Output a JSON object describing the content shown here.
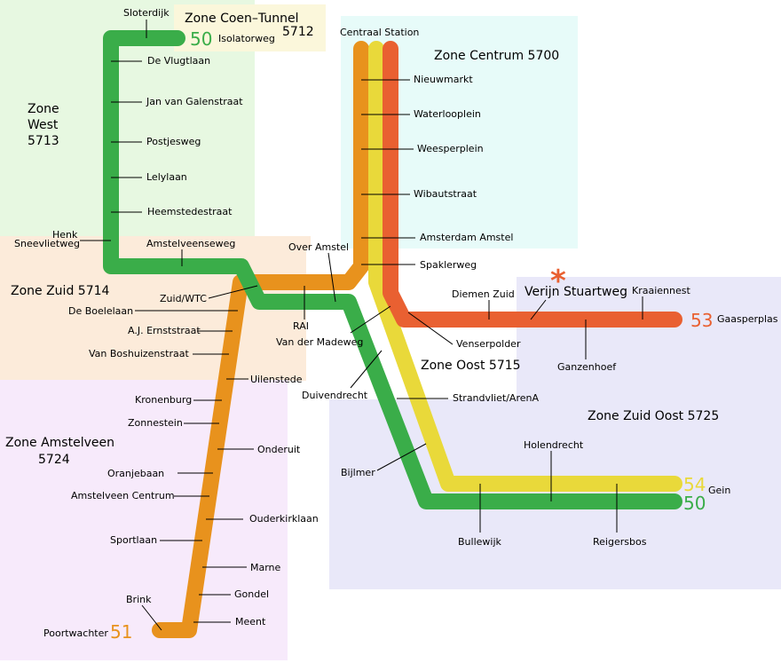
{
  "colors": {
    "line50": "#3aad49",
    "line51": "#e8921d",
    "line53": "#e96031",
    "line54": "#e9d93a",
    "asterisk": "#e96031"
  },
  "zones": {
    "coen": {
      "name": "Zone Coen–Tunnel",
      "code": "5712"
    },
    "centrum": {
      "name": "Zone Centrum 5700"
    },
    "west": {
      "l1": "Zone",
      "l2": "West",
      "l3": "5713"
    },
    "zuid": {
      "name": "Zone Zuid 5714"
    },
    "oost": {
      "name": "Zone Oost 5715"
    },
    "zuidoost": {
      "name": "Zone Zuid Oost 5725"
    },
    "amstelveen": {
      "l1": "Zone Amstelveen",
      "l2": "5724"
    }
  },
  "lines": {
    "l50": "50",
    "l51": "51",
    "l53": "53",
    "l54": "54"
  },
  "stops": {
    "sloterdijk": "Sloterdijk",
    "isolatorweg": "Isolatorweg",
    "de_vlugtlaan": "De Vlugtlaan",
    "jan_van_galenstraat": "Jan van Galenstraat",
    "postjesweg": "Postjesweg",
    "lelylaan": "Lelylaan",
    "heemstedestraat": "Heemstedestraat",
    "henk_1": "Henk",
    "henk_2": "Sneevlietweg",
    "amstelveenseweg": "Amstelveenseweg",
    "zuid_wtc": "Zuid/WTC",
    "rai": "RAI",
    "over_amstel": "Over Amstel",
    "centraal_station": "Centraal Station",
    "nieuwmarkt": "Nieuwmarkt",
    "waterlooplein": "Waterlooplein",
    "weesperplein": "Weesperplein",
    "wibautstraat": "Wibautstraat",
    "amsterdam_amstel": "Amsterdam Amstel",
    "spaklerweg": "Spaklerweg",
    "van_der_madeweg": "Van der Madeweg",
    "diemen_zuid": "Diemen Zuid",
    "verrijn_stuartweg": "Verijn Stuartweg",
    "kraaiennest": "Kraaiennest",
    "gaasperplas": "Gaasperplas",
    "ganzenhoef": "Ganzenhoef",
    "venserpolder": "Venserpolder",
    "duivendrecht": "Duivendrecht",
    "strandvliet": "Strandvliet/ArenA",
    "bijlmer": "Bijlmer",
    "holendrecht": "Holendrecht",
    "gein": "Gein",
    "bullewijk": "Bullewijk",
    "reigersbos": "Reigersbos",
    "de_boelelaan": "De Boelelaan",
    "aj_ernststraat": "A.J. Ernststraat",
    "van_boshuizenstraat": "Van Boshuizenstraat",
    "uilenstede": "Uilenstede",
    "kronenburg": "Kronenburg",
    "zonnestein": "Zonnestein",
    "onderuit": "Onderuit",
    "oranjebaan": "Oranjebaan",
    "amstelveen_centrum": "Amstelveen Centrum",
    "ouderkirklaan": "Ouderkirklaan",
    "sportlaan": "Sportlaan",
    "marne": "Marne",
    "gondel": "Gondel",
    "brink": "Brink",
    "meent": "Meent",
    "poortwachter": "Poortwachter"
  }
}
